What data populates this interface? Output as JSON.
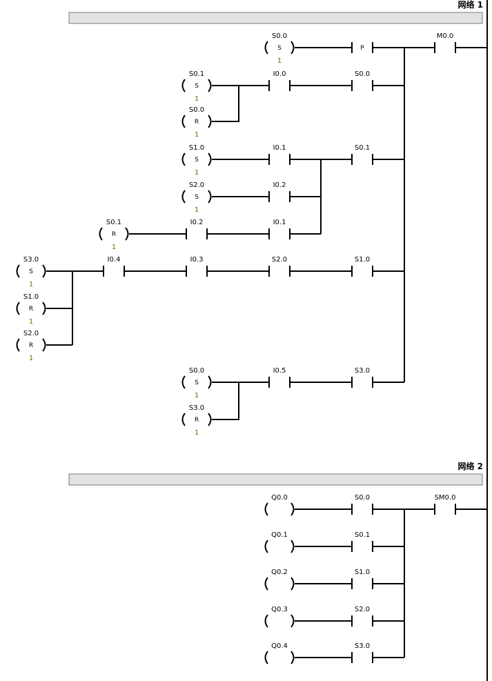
{
  "networks": [
    {
      "title": "网络 1"
    },
    {
      "title": "网络 2"
    }
  ],
  "network1": {
    "contacts": [
      {
        "id": "n1c0",
        "label": "M0.0"
      },
      {
        "id": "n1c1",
        "label": "P"
      },
      {
        "id": "n1c2",
        "label": "S0.0"
      },
      {
        "id": "n1c3",
        "label": "I0.0"
      },
      {
        "id": "n1c4",
        "label": "S0.1"
      },
      {
        "id": "n1c5",
        "label": "I0.1"
      },
      {
        "id": "n1c6",
        "label": "I0.2"
      },
      {
        "id": "n1c7",
        "label": "I0.1"
      },
      {
        "id": "n1c8",
        "label": "I0.2"
      },
      {
        "id": "n1c9",
        "label": "S1.0"
      },
      {
        "id": "n1c10",
        "label": "S2.0"
      },
      {
        "id": "n1c11",
        "label": "I0.3"
      },
      {
        "id": "n1c12",
        "label": "I0.4"
      },
      {
        "id": "n1c13",
        "label": "S3.0"
      },
      {
        "id": "n1c14",
        "label": "I0.5"
      }
    ],
    "coils": [
      {
        "id": "n1k0",
        "label": "S0.0",
        "type": "S",
        "count": "1"
      },
      {
        "id": "n1k1",
        "label": "S0.1",
        "type": "S",
        "count": "1"
      },
      {
        "id": "n1k2",
        "label": "S0.0",
        "type": "R",
        "count": "1"
      },
      {
        "id": "n1k3",
        "label": "S1.0",
        "type": "S",
        "count": "1"
      },
      {
        "id": "n1k4",
        "label": "S2.0",
        "type": "S",
        "count": "1"
      },
      {
        "id": "n1k5",
        "label": "S0.1",
        "type": "R",
        "count": "1"
      },
      {
        "id": "n1k6",
        "label": "S3.0",
        "type": "S",
        "count": "1"
      },
      {
        "id": "n1k7",
        "label": "S1.0",
        "type": "R",
        "count": "1"
      },
      {
        "id": "n1k8",
        "label": "S2.0",
        "type": "R",
        "count": "1"
      },
      {
        "id": "n1k9",
        "label": "S0.0",
        "type": "S",
        "count": "1"
      },
      {
        "id": "n1k10",
        "label": "S3.0",
        "type": "R",
        "count": "1"
      }
    ]
  },
  "network2": {
    "contacts": [
      {
        "id": "n2c0",
        "label": "SM0.0"
      },
      {
        "id": "n2c1",
        "label": "S0.0"
      },
      {
        "id": "n2c2",
        "label": "S0.1"
      },
      {
        "id": "n2c3",
        "label": "S1.0"
      },
      {
        "id": "n2c4",
        "label": "S2.0"
      },
      {
        "id": "n2c5",
        "label": "S3.0"
      }
    ],
    "coils": [
      {
        "id": "n2k0",
        "label": "Q0.0",
        "type": "",
        "count": ""
      },
      {
        "id": "n2k1",
        "label": "Q0.1",
        "type": "",
        "count": ""
      },
      {
        "id": "n2k2",
        "label": "Q0.2",
        "type": "",
        "count": ""
      },
      {
        "id": "n2k3",
        "label": "Q0.3",
        "type": "",
        "count": ""
      },
      {
        "id": "n2k4",
        "label": "Q0.4",
        "type": "",
        "count": ""
      }
    ]
  }
}
